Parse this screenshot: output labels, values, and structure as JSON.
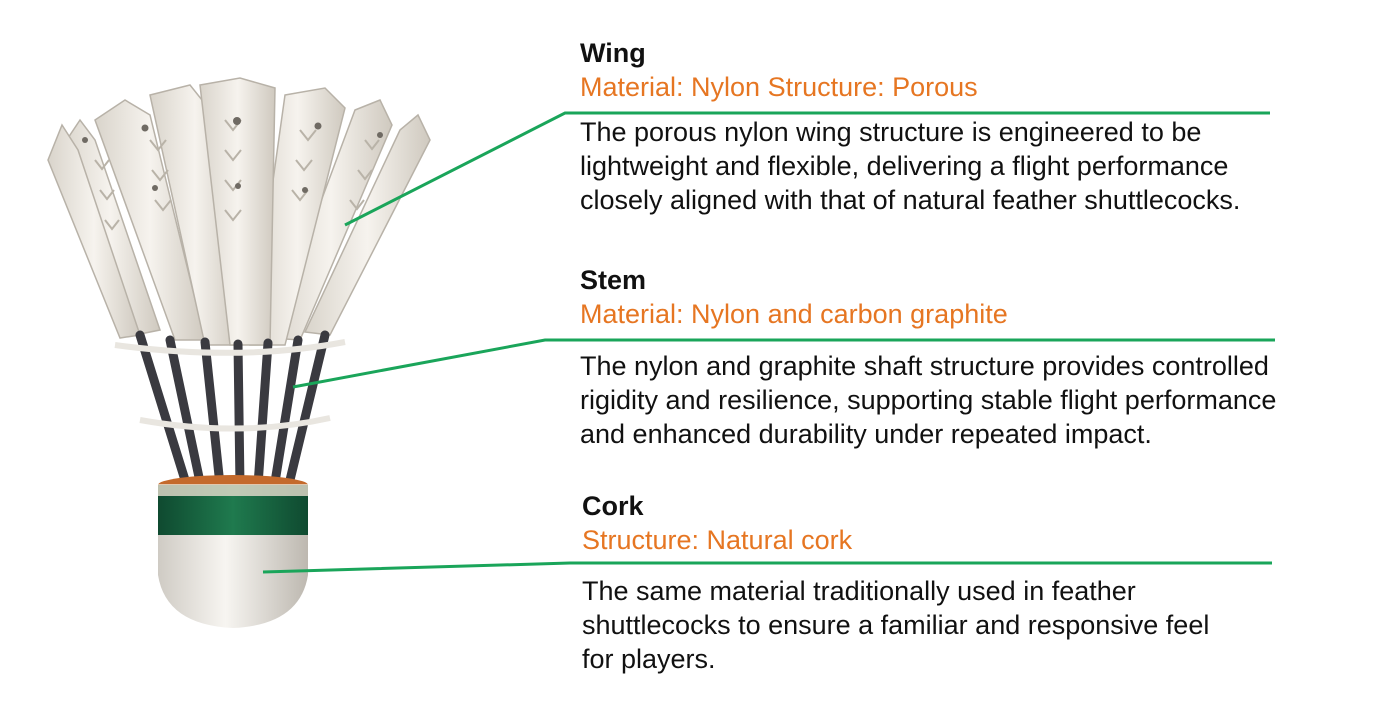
{
  "accent_color": "#e67622",
  "line_color": "#1aa55a",
  "sections": [
    {
      "title": "Wing",
      "subtitle": "Material: Nylon Structure: Porous",
      "description_lines": [
        "The porous nylon wing structure is engineered to be",
        "lightweight and flexible, delivering a flight performance",
        "closely aligned with that of natural feather shuttlecocks."
      ]
    },
    {
      "title": "Stem",
      "subtitle": "Material: Nylon and carbon graphite",
      "description_lines": [
        "The nylon and graphite shaft structure provides controlled",
        "rigidity and resilience, supporting stable flight performance",
        "and enhanced durability under repeated impact."
      ]
    },
    {
      "title": "Cork",
      "subtitle": "Structure: Natural cork",
      "description_lines": [
        "The same material traditionally used in feather",
        "shuttlecocks to ensure a familiar and responsive feel",
        "for players."
      ]
    }
  ]
}
